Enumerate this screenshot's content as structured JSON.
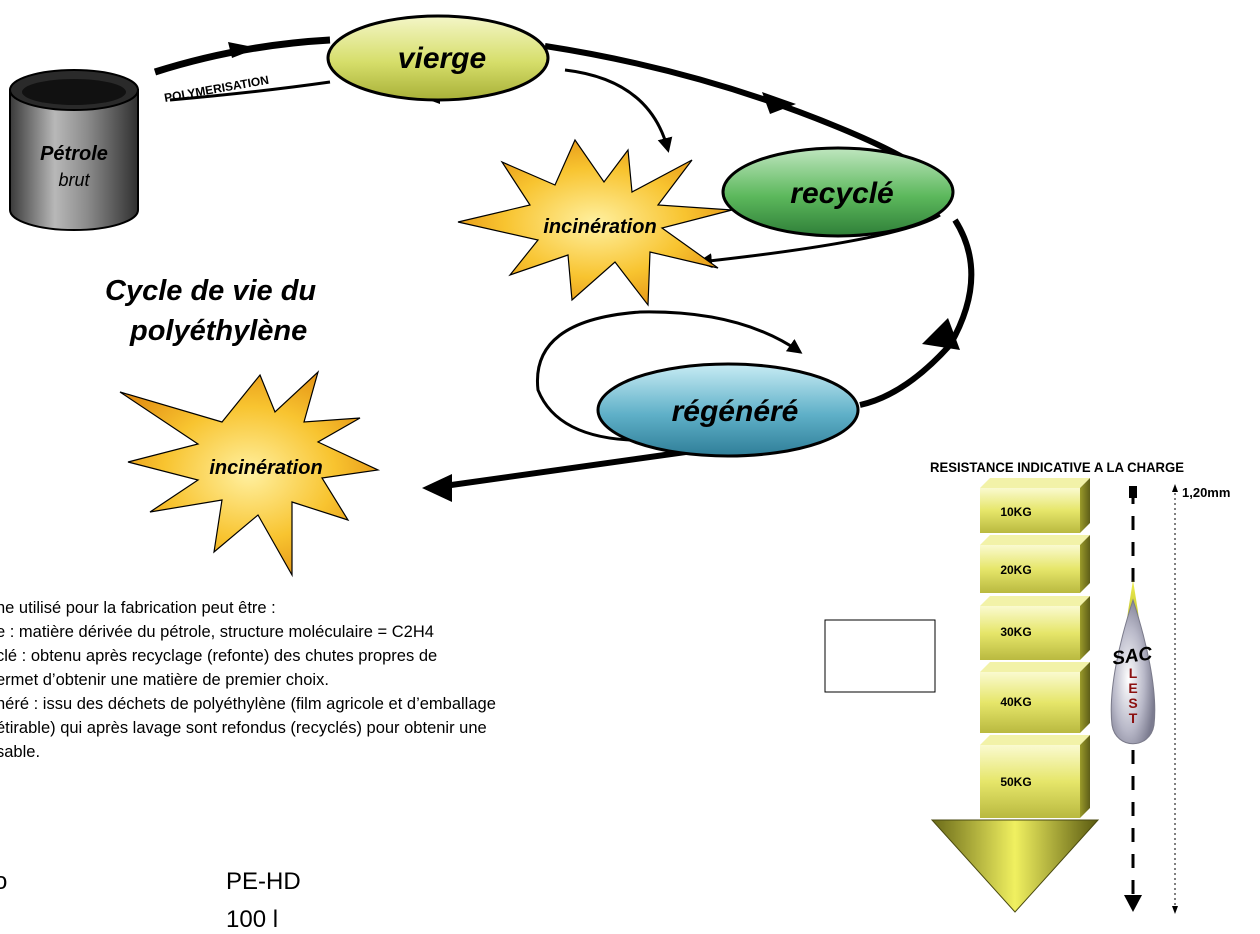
{
  "cycle": {
    "title_line1": "Cycle de vie du",
    "title_line2": "polyéthylène",
    "petrole_label": "Pétrole",
    "brut_label": "brut",
    "polymerisation_label": "POLYMERISATION",
    "vierge_label": "vierge",
    "recycle_label": "recyclé",
    "regenere_label": "régénéré",
    "incineration_label": "incinération"
  },
  "description": {
    "lines": [
      "ne utilisé pour la fabrication peut être :",
      "e : matière dérivée du pétrole, structure moléculaire = C2H4",
      "clé : obtenu après recyclage (refonte) des chutes propres de",
      "ermet d’obtenir une matière de premier choix.",
      "néré : issu des déchets de polyéthylène (film agricole et d’emballage",
      "étirable) qui après lavage sont refondus (recyclés) pour obtenir une",
      "sable."
    ],
    "pe_label": "PE-HD",
    "partial_left": "o",
    "partial_bottom": "100 l"
  },
  "resistance": {
    "title": "RESISTANCE INDICATIVE A LA CHARGE",
    "thickness": "1,20mm",
    "loads": [
      "10KG",
      "20KG",
      "30KG",
      "40KG",
      "50KG"
    ],
    "sac_label": "SAC",
    "lest_label": "LEST"
  },
  "colors": {
    "vierge": "#d8e070",
    "recycle": "#5cb85c",
    "regenere": "#5fb0c8",
    "star": "#f5b820",
    "box": "#e6e65a"
  }
}
